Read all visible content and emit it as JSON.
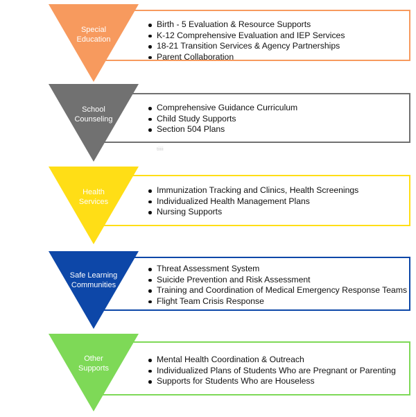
{
  "colors": {
    "special_education": "#F79A5E",
    "school_counseling": "#717171",
    "health_services": "#FFDE16",
    "safe_learning": "#0D47A8",
    "other_supports": "#7ED957"
  },
  "sections": [
    {
      "label_lines": [
        "Special",
        "Education"
      ],
      "items": [
        "Birth - 5 Evaluation & Resource Supports",
        "K-12 Comprehensive Evaluation and IEP Services",
        "18-21 Transition Services & Agency Partnerships",
        "Parent Collaboration"
      ]
    },
    {
      "label_lines": [
        "School",
        "Counseling"
      ],
      "items": [
        "Comprehensive Guidance Curriculum",
        "Child Study Supports",
        "Section 504 Plans"
      ]
    },
    {
      "label_lines": [
        "Health",
        "Services"
      ],
      "items": [
        "Immunization Tracking and Clinics, Health Screenings",
        "Individualized Health Management Plans",
        "Nursing Supports"
      ]
    },
    {
      "label_lines": [
        "Safe Learning",
        "Communities"
      ],
      "items": [
        "Threat Assessment System",
        "Suicide Prevention and Risk Assessment",
        "Training and Coordination of Medical Emergency Response Teams",
        "Flight Team Crisis Response"
      ]
    },
    {
      "label_lines": [
        "Other",
        "Supports"
      ],
      "items": [
        "Mental Health Coordination & Outreach",
        "Individualized Plans of Students Who are Pregnant or Parenting",
        "Supports for Students Who are Houseless"
      ]
    }
  ],
  "faint_mark": "tiiiii"
}
